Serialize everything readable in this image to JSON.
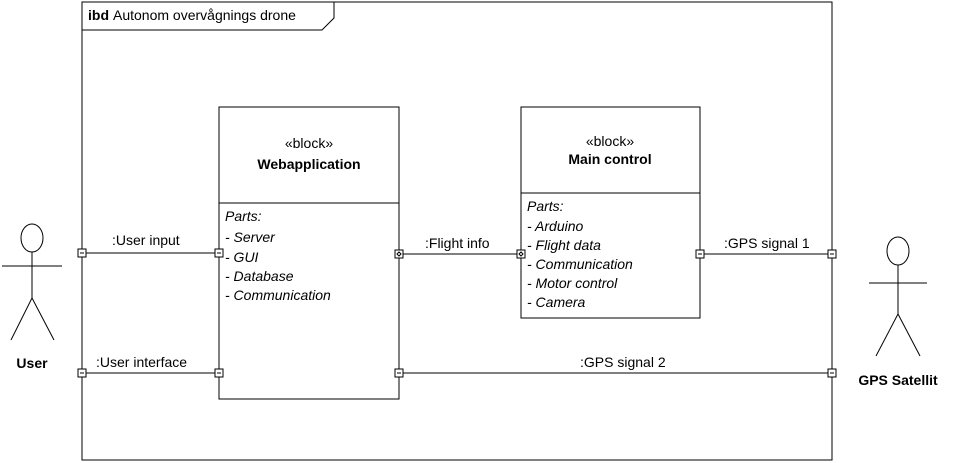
{
  "frame": {
    "keyword": "ibd",
    "title": "Autonom overvågnings drone"
  },
  "blocks": {
    "webapp": {
      "stereotype": "«block»",
      "name": "Webapplication",
      "parts_label": "Parts:",
      "parts": [
        "- Server",
        "- GUI",
        "- Database",
        "- Communication"
      ]
    },
    "main_control": {
      "stereotype": "«block»",
      "name": "Main control",
      "parts_label": "Parts:",
      "parts": [
        "- Arduino",
        "- Flight data",
        "- Communication",
        "- Motor control",
        "- Camera"
      ]
    }
  },
  "actors": {
    "user": "User",
    "gps_satellit": "GPS Satellit"
  },
  "connectors": {
    "user_input": ":User input",
    "user_interface": ":User interface",
    "flight_info": ":Flight info",
    "gps_signal_1": ":GPS signal 1",
    "gps_signal_2": ":GPS signal 2"
  }
}
